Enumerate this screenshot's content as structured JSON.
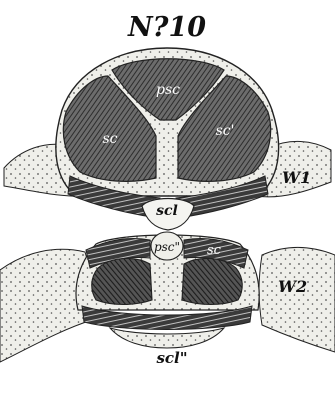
{
  "figure": {
    "title": "N?10",
    "labels": {
      "psc": "psc",
      "sc_left": "sc",
      "sc_right": "sc'",
      "scl": "scl",
      "psc2": "psc\"",
      "sc2": "sc",
      "scl2": "scl\"",
      "w1": "W1",
      "w2": "W2"
    }
  }
}
